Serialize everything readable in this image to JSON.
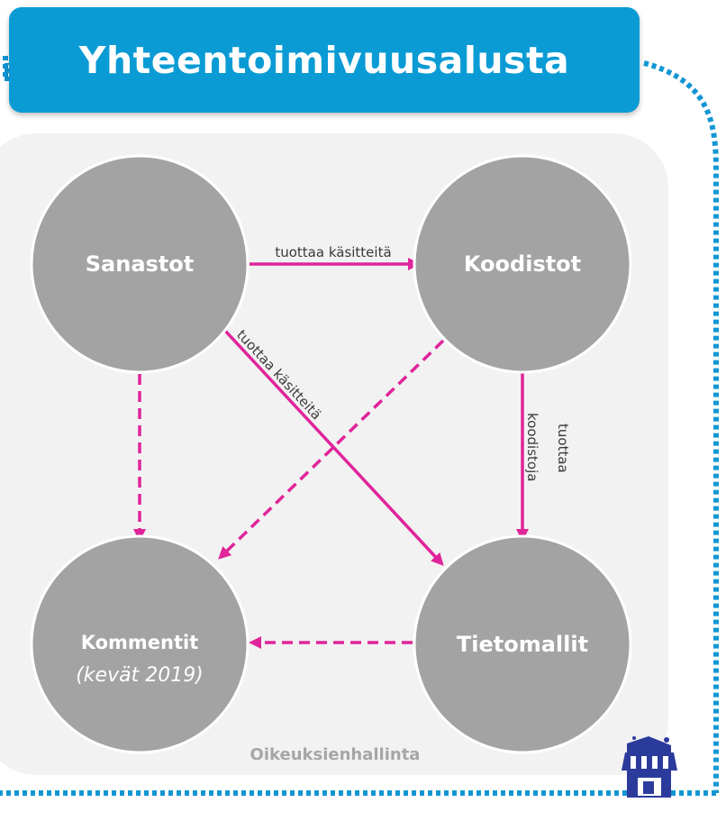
{
  "title": "Yhteentoimivuusalusta",
  "panel_label": "Oikeuksienhallinta",
  "nodes": {
    "sanastot": "Sanastot",
    "koodistot": "Koodistot",
    "kommentit": "Kommentit",
    "kommentit_sub": "(kevät 2019)",
    "tietomallit": "Tietomallit"
  },
  "edges": {
    "sanastot_koodistot": "tuottaa käsitteitä",
    "sanastot_tietomallit": "tuottaa käsitteitä",
    "koodistot_tietomallit_1": "tuottaa",
    "koodistot_tietomallit_2": "koodistoja"
  },
  "colors": {
    "banner": "#0a9bd5",
    "node": "#a3a3a3",
    "arrow": "#e0249a",
    "border": "#1296d3",
    "panel": "#f2f2f2"
  }
}
